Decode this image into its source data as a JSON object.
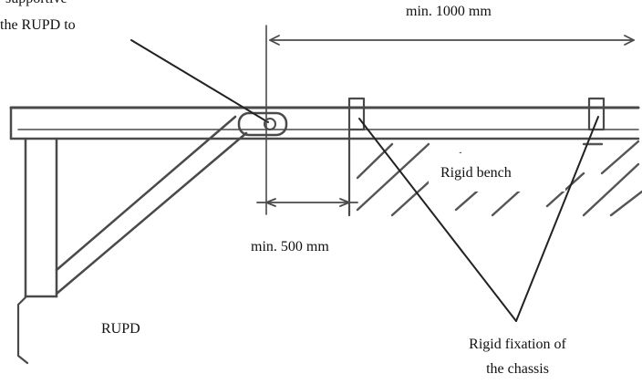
{
  "labels": {
    "top_left_line1": "supportive",
    "top_left_line2": "the RUPD to",
    "dim_top": "min. 1000 mm",
    "rigid_bench": "Rigid bench",
    "dim_bottom": "min. 500 mm",
    "rupd": "RUPD",
    "fixation_line1": "Rigid fixation of",
    "fixation_line2": "the chassis"
  }
}
